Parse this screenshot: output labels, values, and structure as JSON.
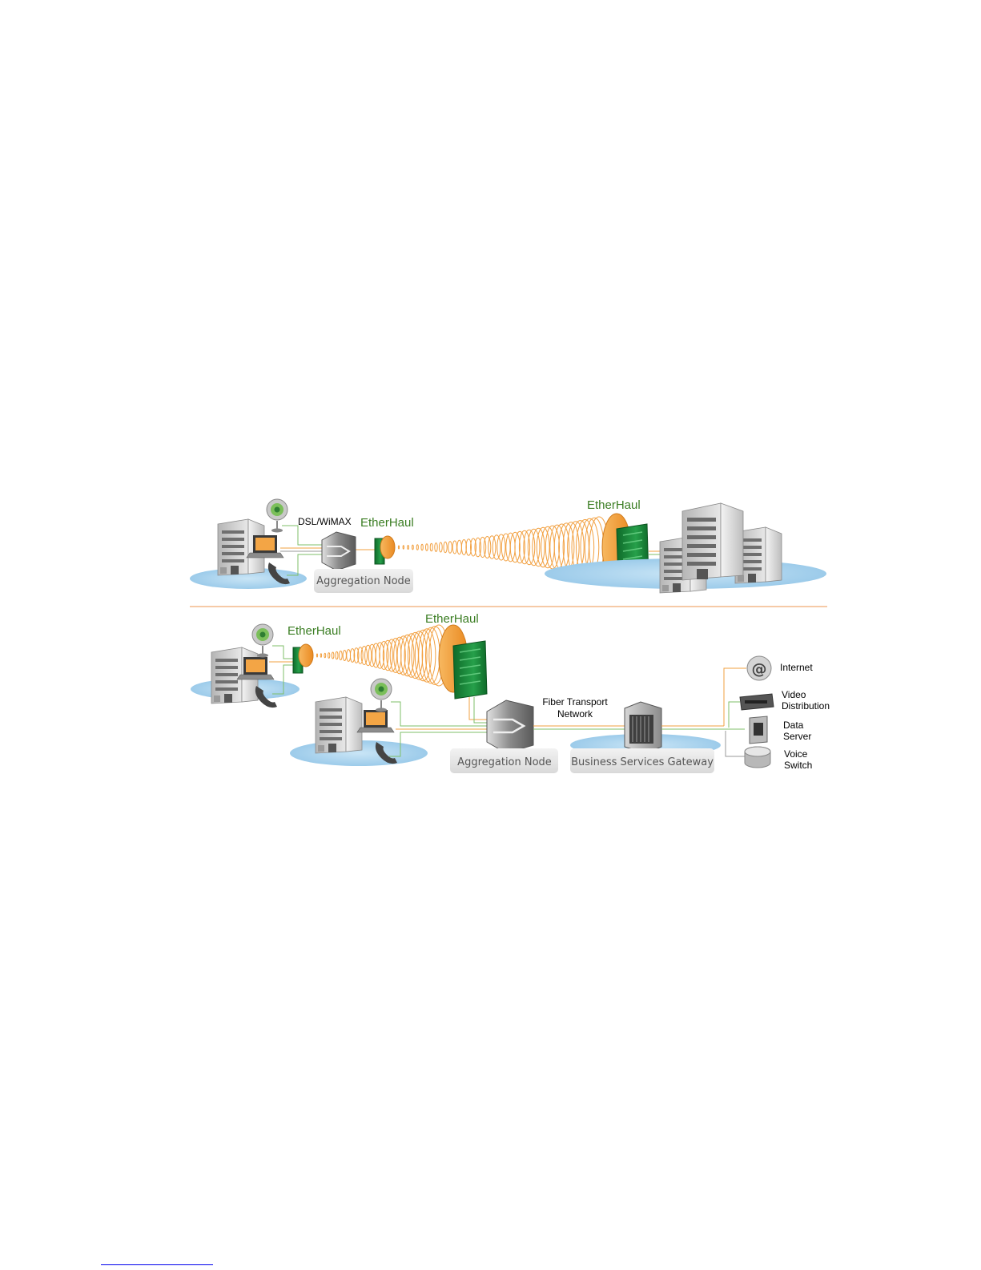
{
  "colors": {
    "accent_orange": "#f2a040",
    "antenna_green": "#1e8a3a",
    "label_green": "#3a7d22",
    "ground_blue": "#a9d3ee",
    "divider": "#f4b98a"
  },
  "top_scenario": {
    "access_label": "DSL/WiMAX",
    "etherhaul_near": "EtherHaul",
    "etherhaul_far": "EtherHaul",
    "aggregation_node": "Aggregation Node"
  },
  "bottom_scenario": {
    "etherhaul_near": "EtherHaul",
    "etherhaul_far": "EtherHaul",
    "fiber_line1": "Fiber Transport",
    "fiber_line2": "Network",
    "aggregation_node": "Aggregation Node",
    "gateway": "Business Services Gateway",
    "services": [
      {
        "line1": "Internet",
        "line2": "",
        "icon": "at-sign-icon"
      },
      {
        "line1": "Video",
        "line2": "Distribution",
        "icon": "video-server-icon"
      },
      {
        "line1": "Data",
        "line2": "Server",
        "icon": "data-server-icon"
      },
      {
        "line1": "Voice",
        "line2": "Switch",
        "icon": "voice-switch-icon"
      }
    ]
  }
}
